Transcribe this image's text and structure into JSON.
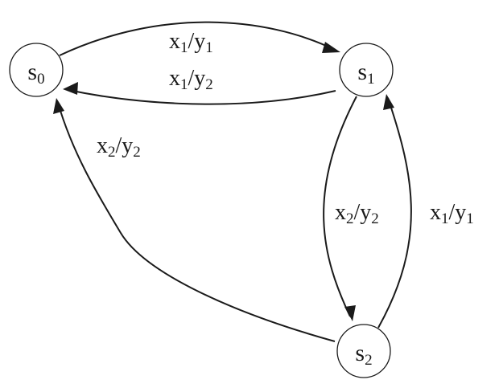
{
  "states": [
    {
      "id": "s0",
      "base": "s",
      "sub": "0"
    },
    {
      "id": "s1",
      "base": "s",
      "sub": "1"
    },
    {
      "id": "s2",
      "base": "s",
      "sub": "2"
    }
  ],
  "transitions": [
    {
      "from": "s0",
      "to": "s1",
      "input": {
        "base": "x",
        "sub": "1"
      },
      "output": {
        "base": "y",
        "sub": "1"
      }
    },
    {
      "from": "s1",
      "to": "s0",
      "input": {
        "base": "x",
        "sub": "1"
      },
      "output": {
        "base": "y",
        "sub": "2"
      }
    },
    {
      "from": "s2",
      "to": "s0",
      "input": {
        "base": "x",
        "sub": "2"
      },
      "output": {
        "base": "y",
        "sub": "2"
      }
    },
    {
      "from": "s1",
      "to": "s2",
      "input": {
        "base": "x",
        "sub": "2"
      },
      "output": {
        "base": "y",
        "sub": "2"
      }
    },
    {
      "from": "s2",
      "to": "s1",
      "input": {
        "base": "x",
        "sub": "1"
      },
      "output": {
        "base": "y",
        "sub": "1"
      }
    }
  ],
  "separator": "/",
  "colors": {
    "stroke": "#1a1a1a",
    "background": "#ffffff"
  }
}
